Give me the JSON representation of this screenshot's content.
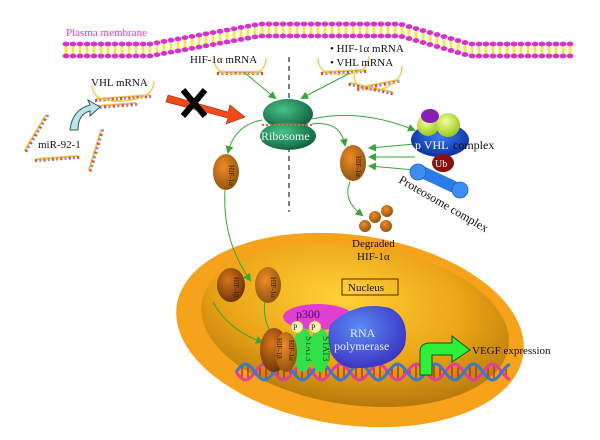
{
  "figure": {
    "title": "HIF-1α / VHL regulation by miR-92-1 and VEGF expression",
    "colors": {
      "membrane_head": "#d633c9",
      "membrane_tail": "#f3e948",
      "membrane_label": "#e23bc0",
      "ribosome": "#1f8a5c",
      "hif_protein": "#c8650f",
      "arrow_green": "#3aa53a",
      "block_arrow": "#f04a1a",
      "block_x": "#000000",
      "nucleus_outer": "#f7a21b",
      "nucleus_inner": "#e9a317",
      "p300": "#e03fd0",
      "stat3": "#33e04a",
      "rna_polymerase": "#3a63e0",
      "vhl_complex_base": "#1c4fd6",
      "vhl_subunit_lime": "#cdf046",
      "vhl_subunit_purple": "#8a1fb5",
      "ub": "#8a1010",
      "proteasome": "#2a7de8",
      "vegf_arrow": "#2ef03a"
    }
  },
  "labels": {
    "plasma_membrane": "Plasma membrane",
    "hif_mrna_top": "HIF-1α mRNA",
    "vhl_mrna": "VHL mRNA",
    "mrna_list": [
      "HIF-1α mRNA",
      "VHL mRNA"
    ],
    "mir": "miR-92-1",
    "ribosome": "Ribosome",
    "hif_protein": "HIF-1α",
    "pvhl_complex": "p VHL complex",
    "pvhl_short": "p VHL",
    "complex_word": "complex",
    "ub": "Ub",
    "proteasome_complex": "Proteosome complex",
    "degraded_line1": "Degraded",
    "degraded_line2": "HIF-1α",
    "nucleus": "Nucleus",
    "p300": "p300",
    "phospho": "P",
    "stat3": "STAT3",
    "hif1a_nuc": "HIF-1α",
    "hif1b_nuc": "HIF-1β",
    "rna_pol_line1": "RNA",
    "rna_pol_line2": "polymerase",
    "vegf": "VEGF expression"
  }
}
